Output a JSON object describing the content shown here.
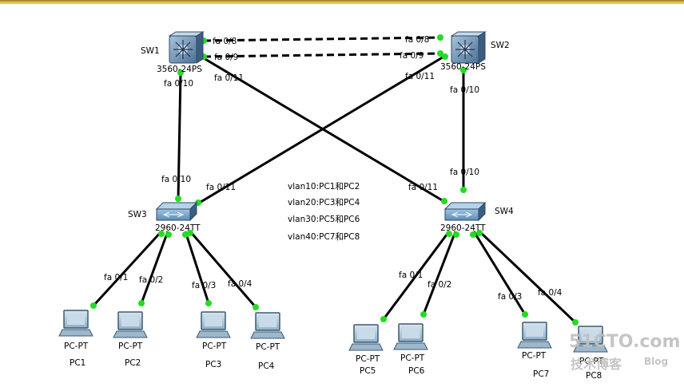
{
  "devices": {
    "sw1": {
      "name": "SW1",
      "model": "3560-24PS"
    },
    "sw2": {
      "name": "SW2",
      "model": "3560-24PS"
    },
    "sw3": {
      "name": "SW3",
      "model": "2960-24TT"
    },
    "sw4": {
      "name": "SW4",
      "model": "2960-24TT"
    },
    "pcs": [
      {
        "name": "PC1",
        "model": "PC-PT"
      },
      {
        "name": "PC2",
        "model": "PC-PT"
      },
      {
        "name": "PC3",
        "model": "PC-PT"
      },
      {
        "name": "PC4",
        "model": "PC-PT"
      },
      {
        "name": "PC5",
        "model": "PC-PT"
      },
      {
        "name": "PC6",
        "model": "PC-PT"
      },
      {
        "name": "PC7",
        "model": "PC-PT"
      },
      {
        "name": "PC8",
        "model": "PC-PT"
      }
    ]
  },
  "ports": {
    "sw1_fa08": "fa 0/8",
    "sw1_fa09": "fa 0/9",
    "sw1_fa010": "fa 0/10",
    "sw1_fa011": "fa 0/11",
    "sw2_fa08": "fa 0/8",
    "sw2_fa09": "fa 0/9",
    "sw2_fa010": "fa 0/10",
    "sw2_fa011": "fa 0/11",
    "sw3_fa010": "fa 0/10",
    "sw3_fa011": "fa 0/11",
    "sw4_fa010": "fa 0/10",
    "sw4_fa011": "fa 0/11",
    "sw3_fa01": "fa 0/1",
    "sw3_fa02": "fa 0/2",
    "sw3_fa03": "fa 0/3",
    "sw3_fa04": "fa 0/4",
    "sw4_fa01": "fa 0/1",
    "sw4_fa02": "fa 0/2",
    "sw4_fa03": "fa 0/3",
    "sw4_fa04": "fa 0/4"
  },
  "vlan_notes": [
    "vlan10:PC1和PC2",
    "vlan20:PC3和PC4",
    "vlan30:PC5和PC6",
    "vlan40:PC7和PC8"
  ],
  "watermark": {
    "main": "51CTO.com",
    "sub": "技术博客",
    "blog": "Blog"
  },
  "colors": {
    "link": "#000000",
    "port_dot": "#22dd22",
    "rule_brown": "#b08a3a",
    "rule_yellow": "#e8c84a"
  }
}
